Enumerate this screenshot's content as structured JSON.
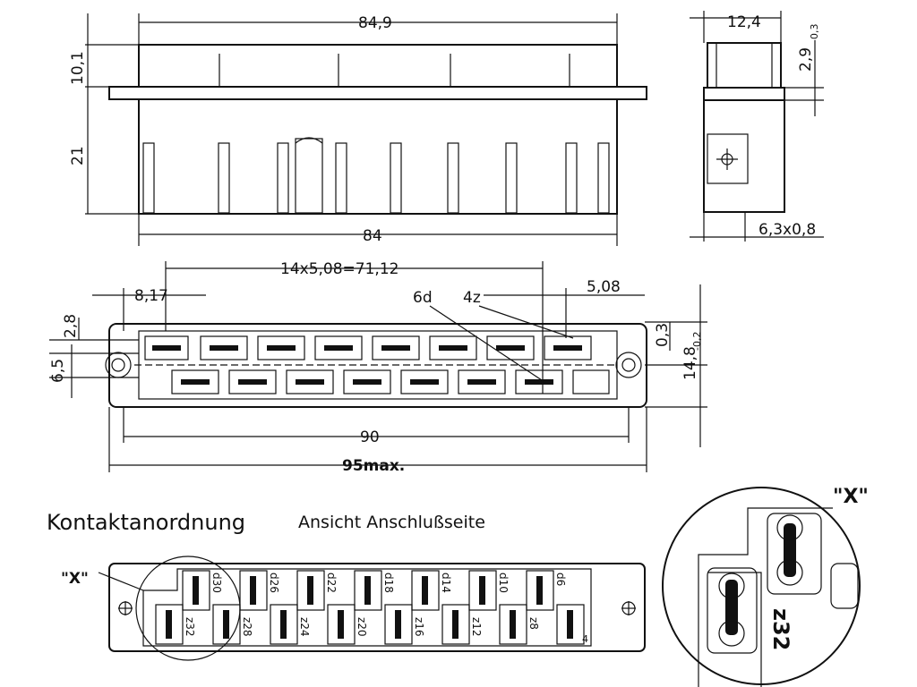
{
  "dims": {
    "top_width": "84,9",
    "top_height": "10,1",
    "body_height": "21",
    "base_width": "84",
    "side_width": "12,4",
    "side_tol_main": "2,9",
    "side_tol_sub": "-0,3",
    "blade_size": "6,3x0,8",
    "pitch": "14x5,08=71,12",
    "offset": "8,17",
    "row_pitch": "5,08",
    "row_d": "6d",
    "row_z": "4z",
    "left_top": "2,8",
    "left_bottom": "6,5",
    "right_top": "0,3",
    "right_main": "14,8",
    "right_sub": "-0,2",
    "hole_span": "90",
    "overall": "95max."
  },
  "section": {
    "title": "Kontaktanordnung",
    "subtitle": "Ansicht Anschlußseite",
    "detail_label": "\"X\"",
    "detail_label_small": "\"X\"",
    "detail_contact": "z32",
    "top_contacts": [
      "d30",
      "d26",
      "d22",
      "d18",
      "d14",
      "d10",
      "d6"
    ],
    "bottom_contacts": [
      "z32",
      "z28",
      "z24",
      "z20",
      "z16",
      "z12",
      "z8"
    ],
    "corner_mark": "4"
  }
}
